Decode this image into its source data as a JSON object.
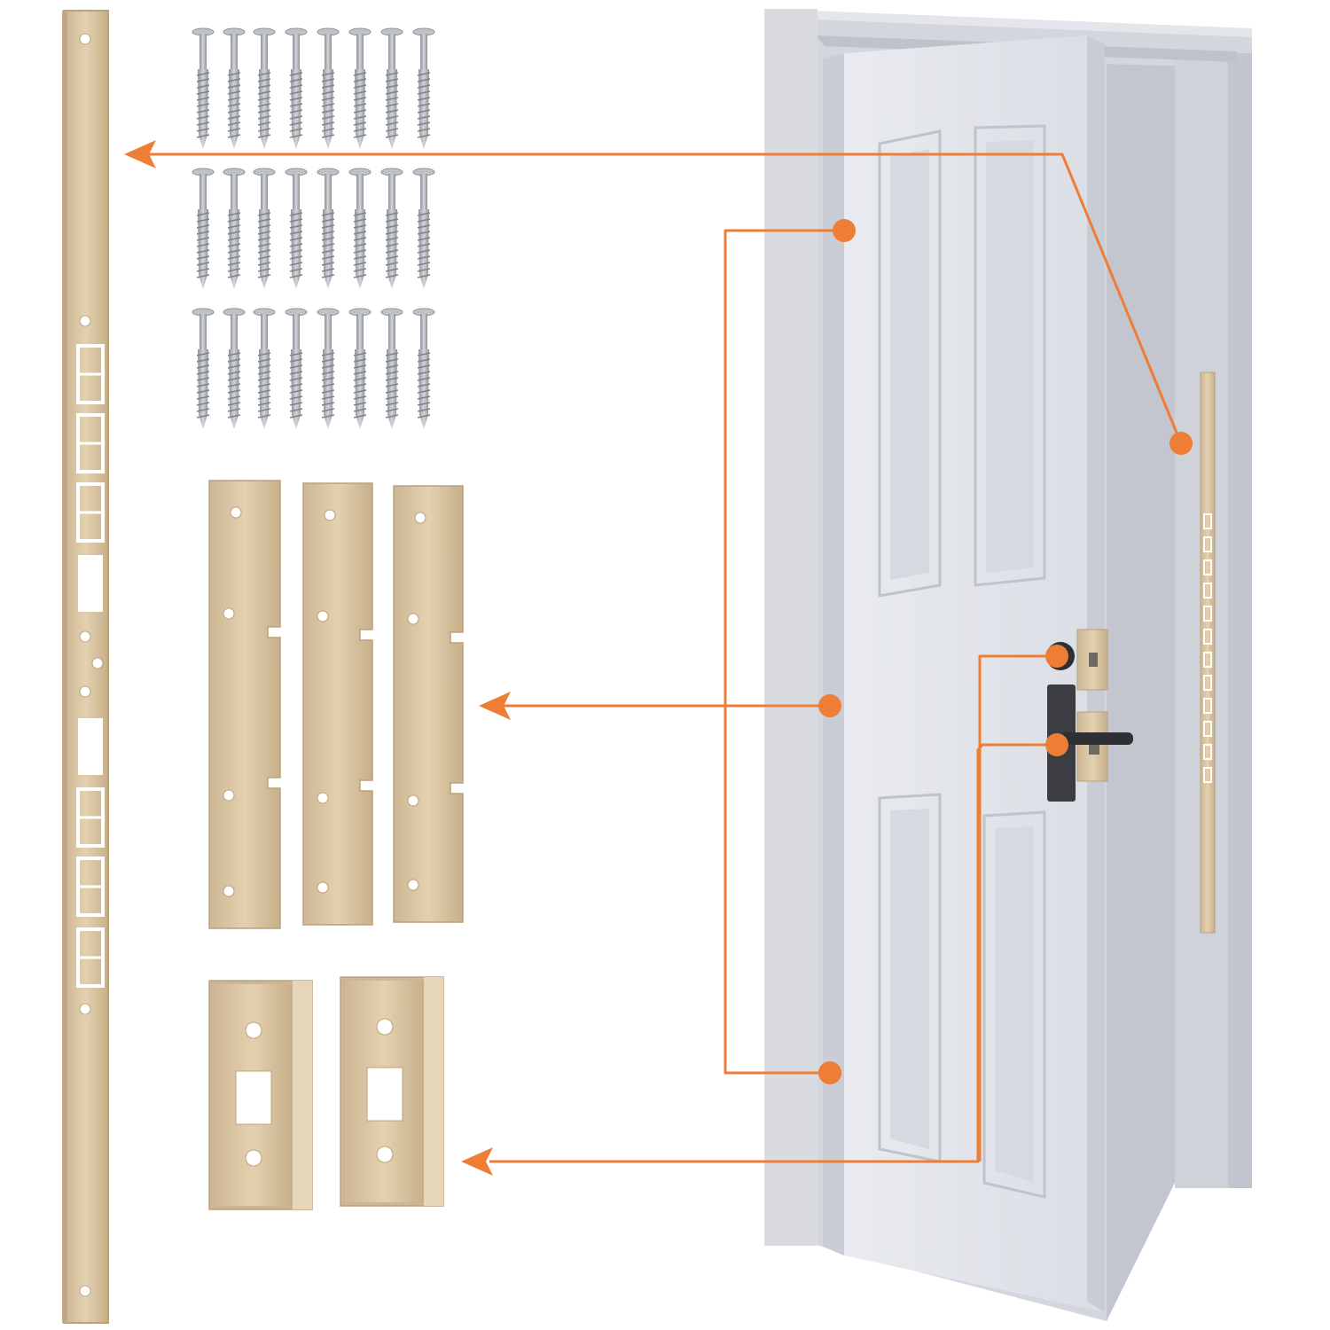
{
  "colors": {
    "accent": "#EE7D35",
    "brass": "#D9C4A1",
    "brass_edge": "#B9A27C",
    "door": "#E2E4EA",
    "door_shade": "#C9CCD4",
    "frame": "#D3D6DD",
    "screw": "#A9ADB3",
    "handle": "#3B3D42",
    "background": "#FFFFFF"
  },
  "parts": {
    "long_strike_plate": {
      "count": 1
    },
    "screws": {
      "count": 24
    },
    "door_edge_plates": {
      "count": 3
    },
    "wrap_around_plates": {
      "count": 2
    },
    "door_assembly": {
      "count": 1
    }
  },
  "icons": [
    "arrow-head",
    "connector-dot"
  ]
}
